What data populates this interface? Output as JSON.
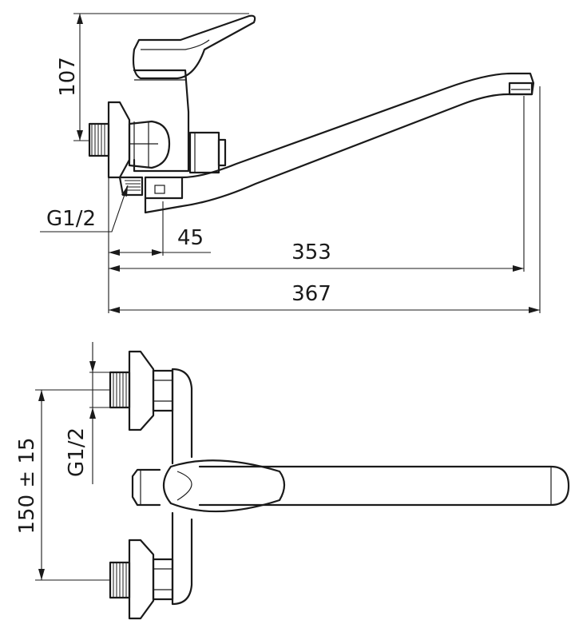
{
  "side_view": {
    "height_dim": "107",
    "thread_label": "G1/2",
    "offset_dim": "45",
    "spout_reach_dim": "353",
    "total_length_dim": "367"
  },
  "top_view": {
    "thread_label": "G1/2",
    "centers_dim": "150 ± 15"
  }
}
